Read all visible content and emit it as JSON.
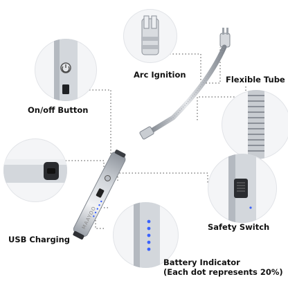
{
  "brand": "MAAYOO",
  "labels": {
    "arc_ignition": "Arc Ignition",
    "flexible_tube": "Flexible Tube",
    "on_off_button": "On/off Button",
    "safety_switch": "Safety Switch",
    "usb_charging": "USB Charging",
    "battery_indicator_line1": "Battery Indicator",
    "battery_indicator_line2": "(Each dot represents 20%)"
  },
  "colors": {
    "metal_light": "#e9ebee",
    "metal_mid": "#c5c9cf",
    "metal_dark": "#8a8f97",
    "led_blue": "#3a62ff",
    "leader_line": "#444444"
  },
  "icons": [
    "arc-ignition-closeup",
    "flexible-tube-closeup",
    "power-button-closeup",
    "usb-port-closeup",
    "safety-switch-closeup",
    "battery-led-closeup"
  ]
}
